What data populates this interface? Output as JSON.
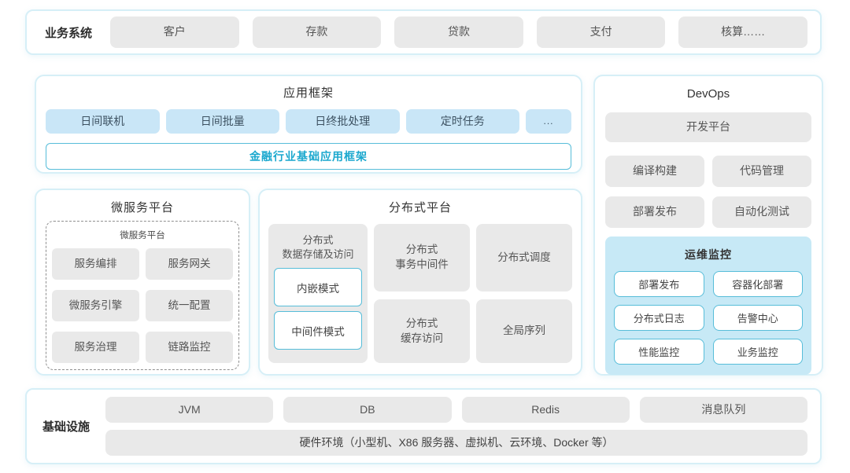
{
  "colors": {
    "panel_border": "#d6eff7",
    "gray_btn": "#e9e9e9",
    "blue_btn": "#c9e6f7",
    "cyan_border": "#57bdd9",
    "cyan_text": "#1ba8ce",
    "monitor_bg": "#c7e9f6"
  },
  "business": {
    "label": "业务系统",
    "items": [
      "客户",
      "存款",
      "贷款",
      "支付",
      "核算……"
    ]
  },
  "app_framework": {
    "title": "应用框架",
    "items": [
      "日间联机",
      "日间批量",
      "日终批处理",
      "定时任务",
      "..."
    ],
    "base": "金融行业基础应用框架"
  },
  "microservice": {
    "title": "微服务平台",
    "inner_title": "微服务平台",
    "items": [
      "服务编排",
      "服务网关",
      "微服务引擎",
      "统一配置",
      "服务治理",
      "链路监控"
    ]
  },
  "distributed": {
    "title": "分布式平台",
    "storage": {
      "title": "分布式\n数据存储及访问",
      "modes": [
        "内嵌模式",
        "中间件模式"
      ]
    },
    "cells": [
      "分布式\n事务中间件",
      "分布式调度",
      "分布式\n缓存访问",
      "全局序列"
    ]
  },
  "devops": {
    "title": "DevOps",
    "wide": "开发平台",
    "items": [
      "编译构建",
      "代码管理",
      "部署发布",
      "自动化测试"
    ],
    "monitor": {
      "title": "运维监控",
      "items": [
        "部署发布",
        "容器化部署",
        "分布式日志",
        "告警中心",
        "性能监控",
        "业务监控"
      ]
    }
  },
  "infrastructure": {
    "label": "基础设施",
    "items": [
      "JVM",
      "DB",
      "Redis",
      "消息队列"
    ],
    "hardware": "硬件环境（小型机、X86 服务器、虚拟机、云环境、Docker 等）"
  }
}
